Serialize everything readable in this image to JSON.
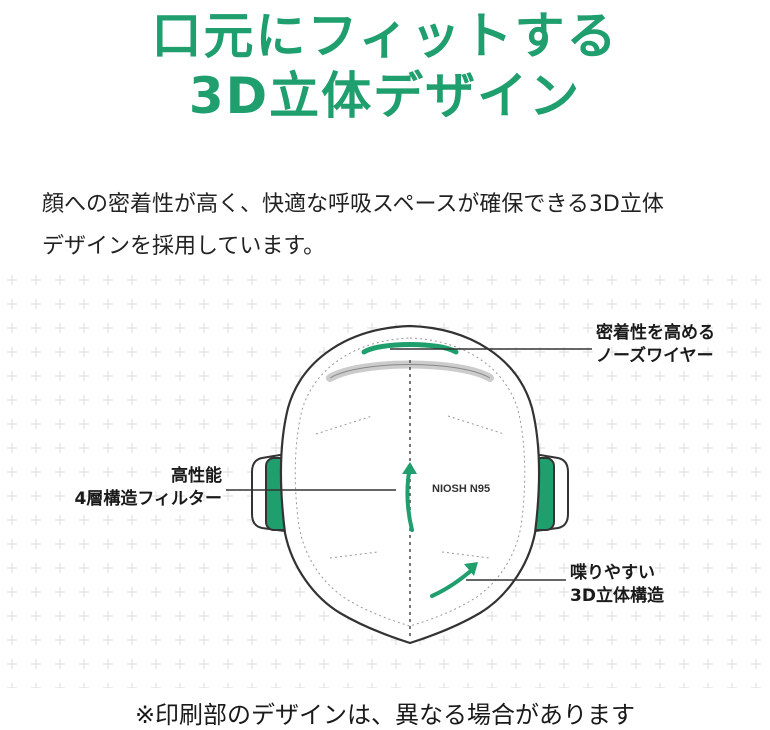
{
  "headline": {
    "line1": "口元にフィットする",
    "line2": "3D立体デザイン"
  },
  "description": {
    "line1": "顔への密着性が高く、快適な呼吸スペースが確保できる3D立体",
    "line2": "デザインを採用しています。"
  },
  "diagram": {
    "mask_label": "NIOSH N95",
    "callouts": {
      "nose_wire": {
        "line1": "密着性を高める",
        "line2": "ノーズワイヤー"
      },
      "filter": {
        "line1": "高性能",
        "line2": "4層構造フィルター"
      },
      "speak": {
        "line1": "喋りやすい",
        "line2": "3D立体構造"
      }
    }
  },
  "caption": "※印刷部のデザインは、異なる場合があります",
  "colors": {
    "accent": "#1f9e6e",
    "grid": "#e2e2e2",
    "outline": "#333333"
  }
}
